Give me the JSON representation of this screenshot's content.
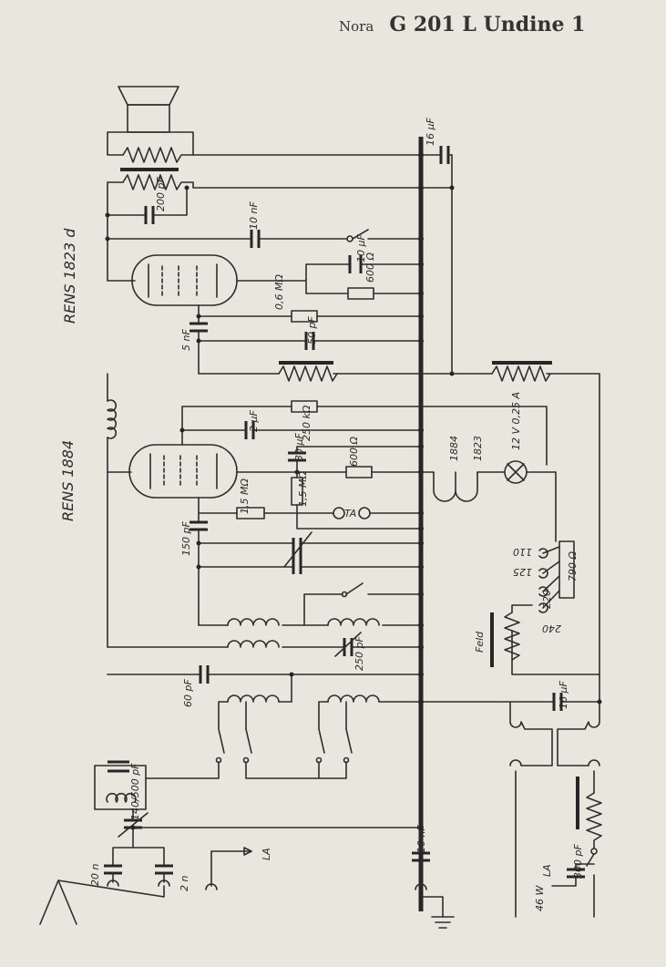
{
  "title": {
    "maker": "Nora",
    "model": "G 201 L Undine 1"
  },
  "tubes": {
    "output": "RENS 1823 d",
    "detector": "RENS 1884"
  },
  "labels": {
    "c16uF_top": "16 μF",
    "c200pF": "200 pF",
    "c10nF_top": "10 nF",
    "c10uF": "10 μF",
    "r600_top": "600 Ω",
    "r06M": "0,6 MΩ",
    "c5nF": "5 nF",
    "c50pF": "50 pF",
    "c2uF": "2 μF",
    "r250k": "250 kΩ",
    "c30uF": "30 μF",
    "r600_mid": "600 Ω",
    "r15M_a": "1,5 MΩ",
    "r15M_b": "1,5 MΩ",
    "ta": "TA",
    "c150pF": "150 pF",
    "fil1884": "1884",
    "fil1823": "1823",
    "lamp": "12 V 0,25 A",
    "v110": "110",
    "v125": "125",
    "v220": "220",
    "v240": "240",
    "r790": "790 Ω",
    "feld": "Feld",
    "c250pF": "250 pF",
    "c60pF": "60 pF",
    "c16uF_bot": "16 μF",
    "c140500": "140/500 pF",
    "c10nF_bot": "10 nF",
    "c20n": "20 n",
    "c2n": "2 n",
    "la_left": "LA",
    "la_right": "LA",
    "c300pF": "300 pF",
    "w46": "46 W"
  }
}
